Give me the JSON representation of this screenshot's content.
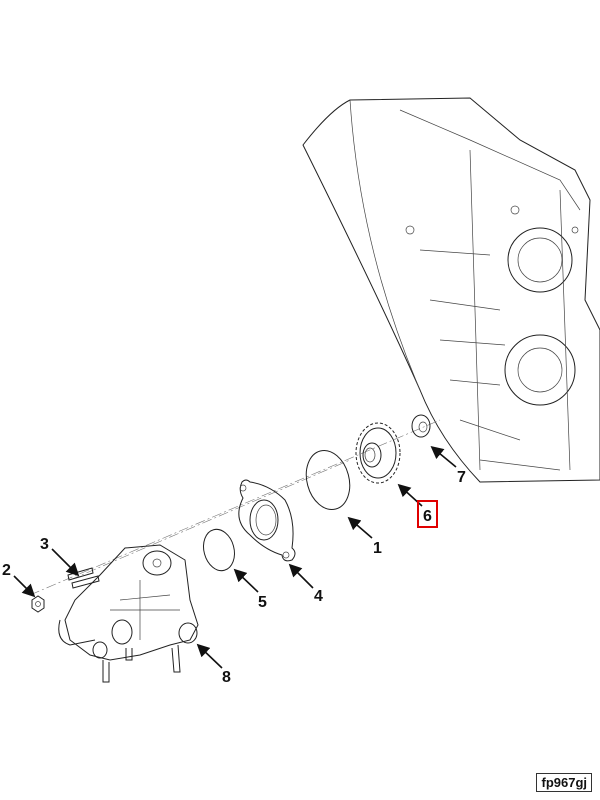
{
  "figure_id": "fp967gj",
  "highlight_color": "#e00000",
  "highlighted_callout": "6",
  "callouts": [
    "1",
    "2",
    "3",
    "4",
    "5",
    "6",
    "7",
    "8"
  ]
}
